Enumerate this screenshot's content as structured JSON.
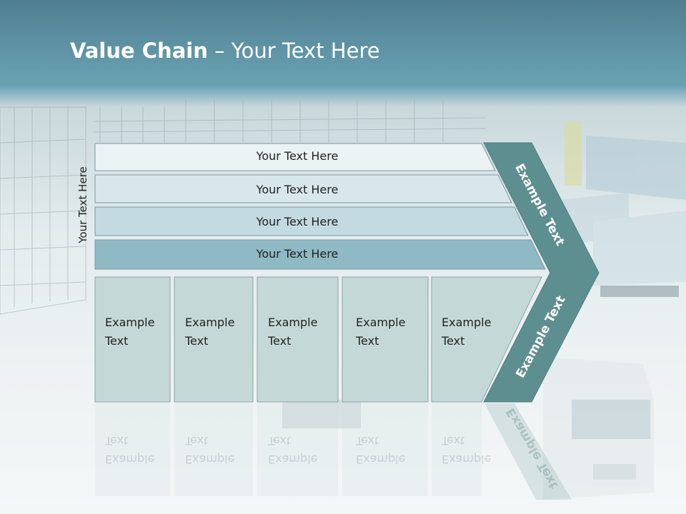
{
  "title": {
    "bold": "Value Chain",
    "rest": " – Your Text Here"
  },
  "side_label": "Your Text Here",
  "rows": [
    "Your Text Here",
    "Your Text Here",
    "Your Text Here",
    "Your Text Here"
  ],
  "boxes": [
    {
      "line1": "Example",
      "line2": "Text"
    },
    {
      "line1": "Example",
      "line2": "Text"
    },
    {
      "line1": "Example",
      "line2": "Text"
    },
    {
      "line1": "Example",
      "line2": "Text"
    },
    {
      "line1": "Example",
      "line2": "Text"
    }
  ],
  "chevron_upper": "Example Text",
  "chevron_lower": "Example Text",
  "colors": {
    "chevron": "#5e8f90",
    "row1": "#eaf2f4",
    "row2": "#d8e7eb",
    "row3": "#c2dae0",
    "row4": "#8fb9c4",
    "box": "#c4d9d7"
  }
}
